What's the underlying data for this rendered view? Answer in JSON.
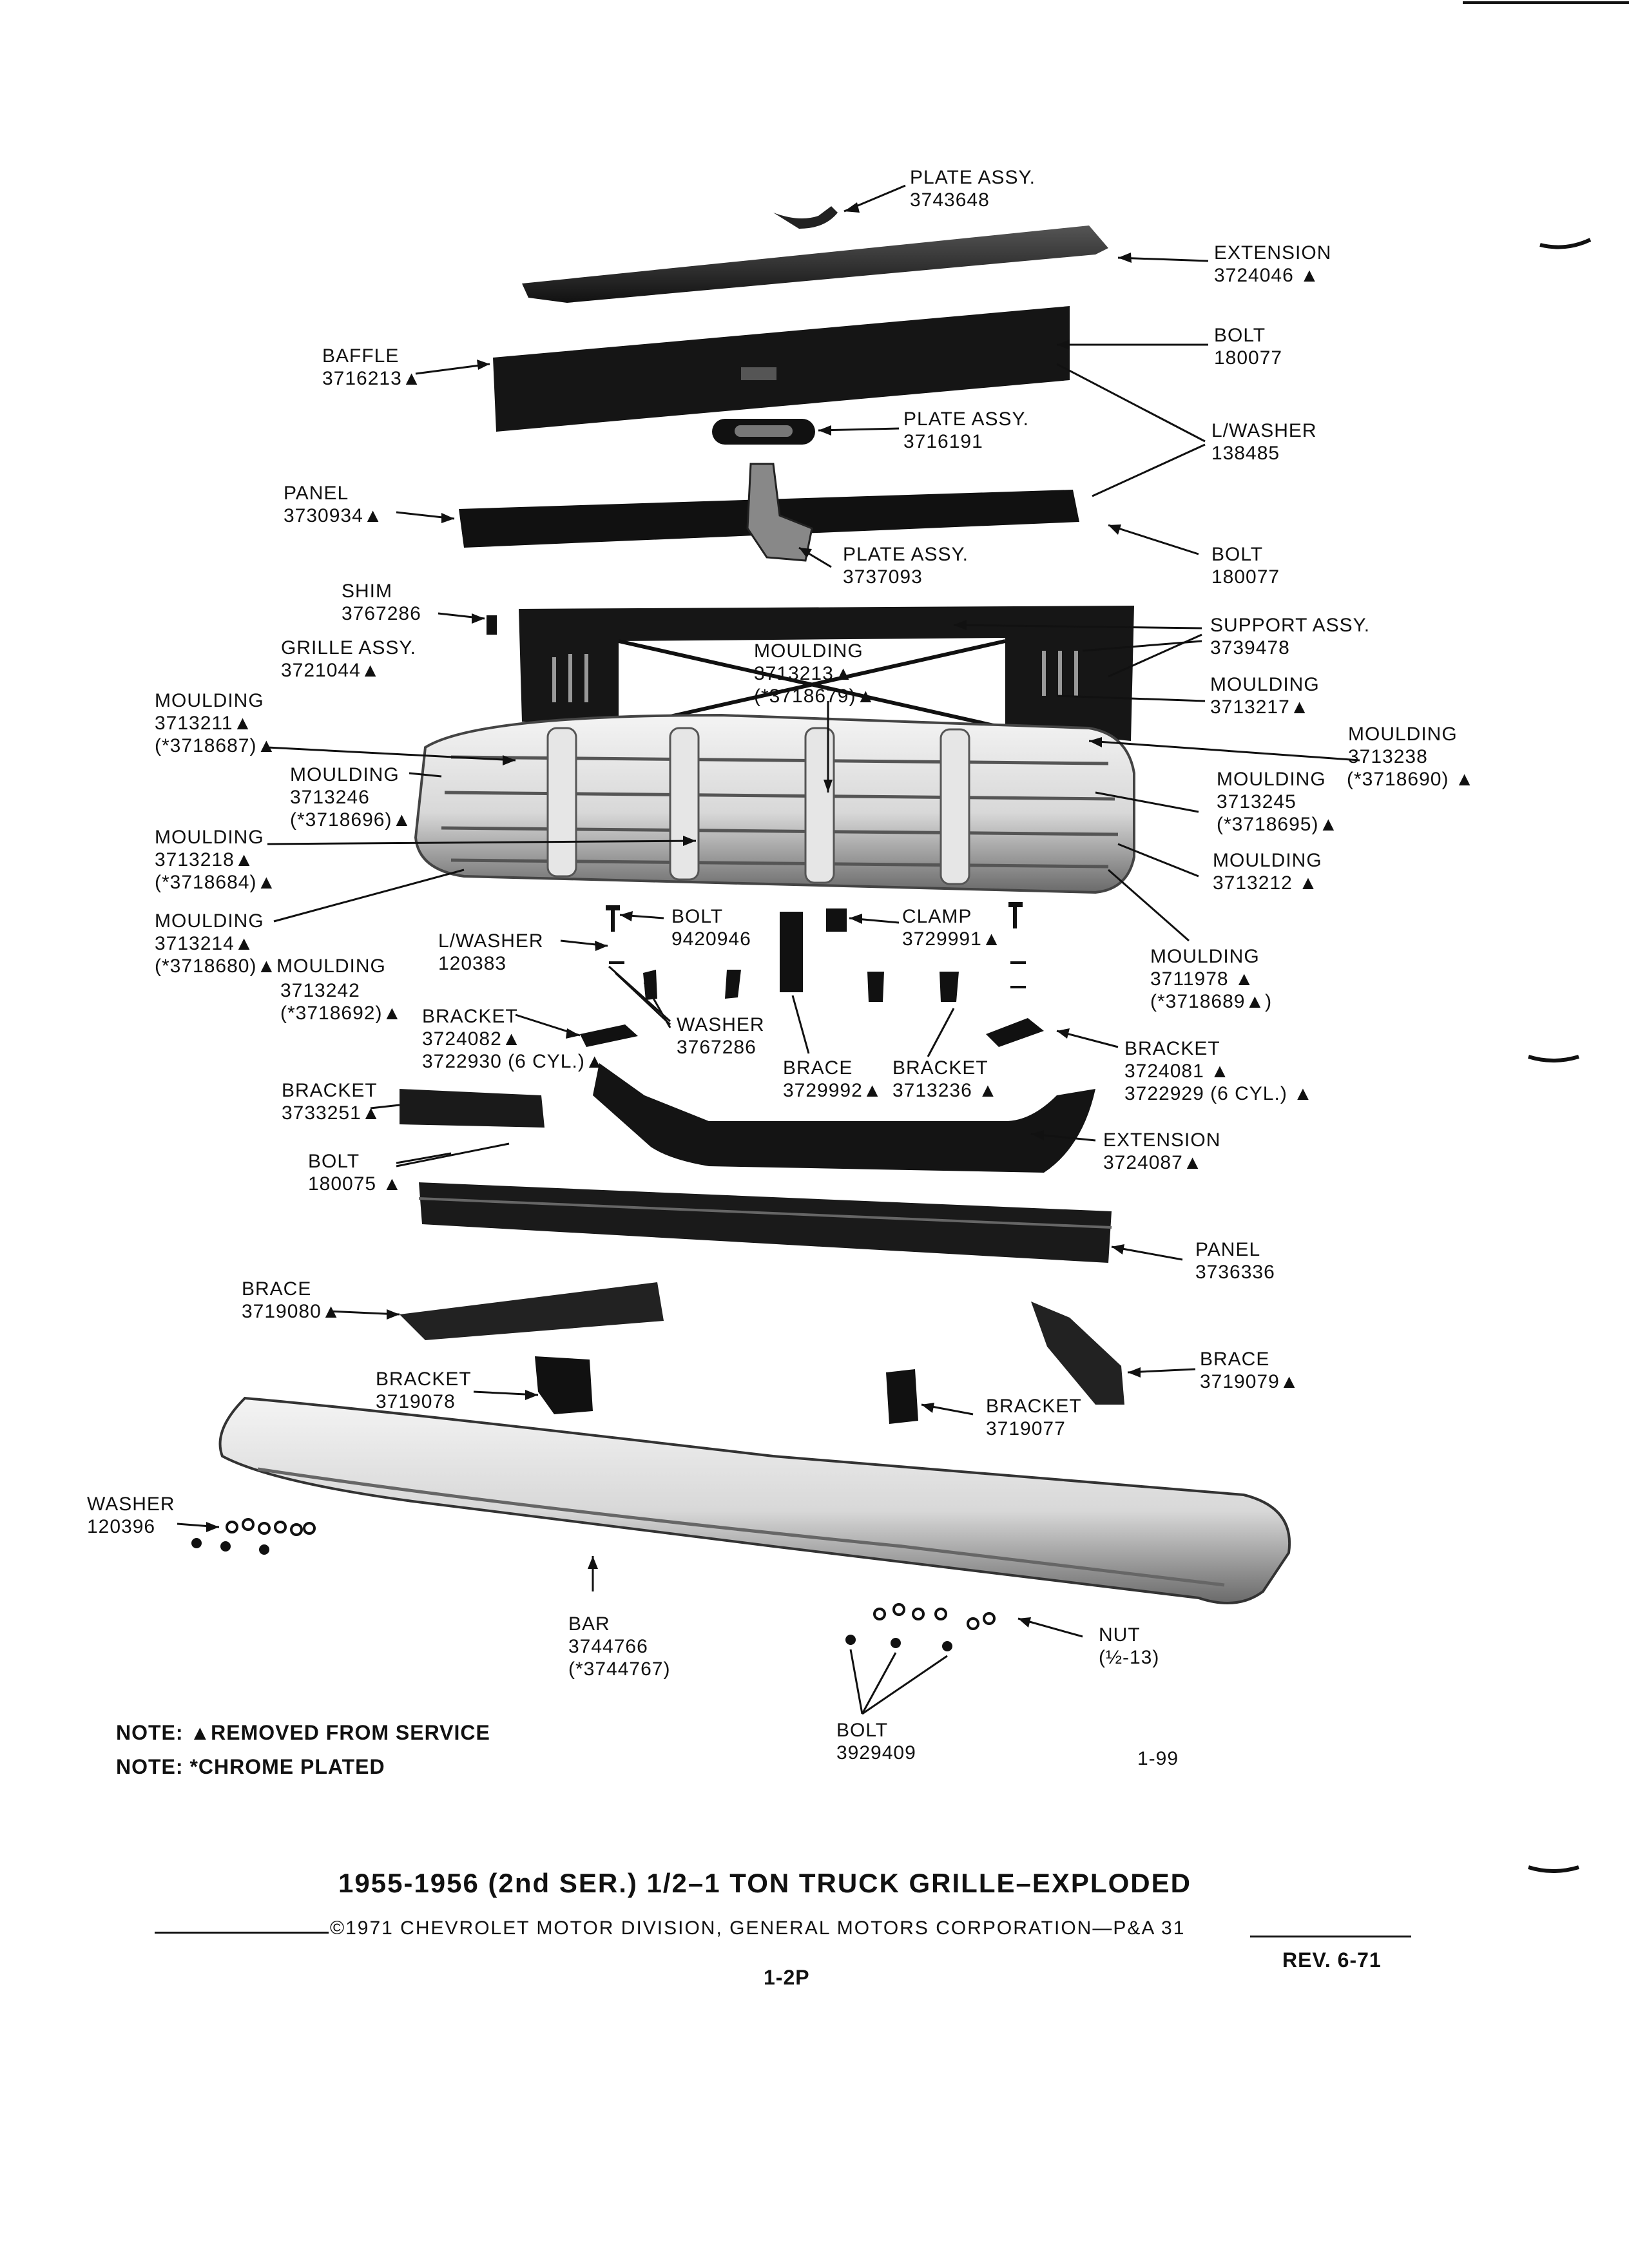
{
  "labels": {
    "plate_assy_top": {
      "name": "PLATE ASSY.",
      "part": "3743648"
    },
    "extension_top": {
      "name": "EXTENSION",
      "part": "3724046 ▲"
    },
    "bolt_top": {
      "name": "BOLT",
      "part": "180077"
    },
    "baffle": {
      "name": "BAFFLE",
      "part": "3716213▲"
    },
    "plate_assy_mid": {
      "name": "PLATE ASSY.",
      "part": "3716191"
    },
    "lwasher_top": {
      "name": "L/WASHER",
      "part": "138485"
    },
    "panel_top": {
      "name": "PANEL",
      "part": "3730934▲"
    },
    "plate_assy_low": {
      "name": "PLATE ASSY.",
      "part": "3737093"
    },
    "bolt_mid": {
      "name": "BOLT",
      "part": "180077"
    },
    "shim": {
      "name": "SHIM",
      "part": "3767286"
    },
    "support_assy": {
      "name": "SUPPORT ASSY.",
      "part": "3739478"
    },
    "grille_assy": {
      "name": "GRILLE ASSY.",
      "part": "3721044▲"
    },
    "moulding_3713213": {
      "name": "MOULDING",
      "part": "3713213▲",
      "alt": "(*3718679)▲"
    },
    "moulding_3713217": {
      "name": "MOULDING",
      "part": "3713217▲"
    },
    "moulding_3713211": {
      "name": "MOULDING",
      "part": "3713211▲",
      "alt": "(*3718687)▲"
    },
    "moulding_3713238": {
      "name": "MOULDING",
      "part": "3713238",
      "alt": "(*3718690) ▲"
    },
    "moulding_3713246": {
      "name": "MOULDING",
      "part": "3713246",
      "alt": "(*3718696)▲"
    },
    "moulding_3713245": {
      "name": "MOULDING",
      "part": "3713245",
      "alt": "(*3718695)▲"
    },
    "moulding_3713218": {
      "name": "MOULDING",
      "part": "3713218▲",
      "alt": "(*3718684)▲"
    },
    "moulding_3713212": {
      "name": "MOULDING",
      "part": "3713212 ▲"
    },
    "moulding_3713214": {
      "name": "MOULDING",
      "part": "3713214▲",
      "alt": "(*3718680)▲MOULDING"
    },
    "moulding_3713242": {
      "part": "3713242",
      "alt": "(*3718692)▲"
    },
    "lwasher_low": {
      "name": "L/WASHER",
      "part": "120383"
    },
    "bolt_9420946": {
      "name": "BOLT",
      "part": "9420946"
    },
    "clamp": {
      "name": "CLAMP",
      "part": "3729991▲"
    },
    "moulding_3711978": {
      "name": "MOULDING",
      "part": "3711978 ▲",
      "alt": "(*3718689▲)"
    },
    "bracket_3724082": {
      "name": "BRACKET",
      "part": "3724082▲",
      "alt": "3722930 (6 CYL.)▲"
    },
    "washer_3767286": {
      "name": "WASHER",
      "part": "3767286"
    },
    "brace_3729992": {
      "name": "BRACE",
      "part": "3729992▲"
    },
    "bracket_3713236": {
      "name": "BRACKET",
      "part": "3713236 ▲"
    },
    "bracket_3724081": {
      "name": "BRACKET",
      "part": "3724081 ▲",
      "alt": "3722929 (6 CYL.) ▲"
    },
    "bracket_3733251": {
      "name": "BRACKET",
      "part": "3733251▲"
    },
    "extension_3724087": {
      "name": "EXTENSION",
      "part": "3724087▲"
    },
    "bolt_180075": {
      "name": "BOLT",
      "part": "180075 ▲"
    },
    "panel_3736336": {
      "name": "PANEL",
      "part": "3736336"
    },
    "brace_3719080": {
      "name": "BRACE",
      "part": "3719080▲"
    },
    "brace_3719079": {
      "name": "BRACE",
      "part": "3719079▲"
    },
    "bracket_3719078": {
      "name": "BRACKET",
      "part": "3719078"
    },
    "bracket_3719077": {
      "name": "BRACKET",
      "part": "3719077"
    },
    "washer_120396": {
      "name": "WASHER",
      "part": "120396"
    },
    "bar": {
      "name": "BAR",
      "part": "3744766",
      "alt": "(*3744767)"
    },
    "nut": {
      "name": "NUT",
      "part": "(½-13)"
    },
    "bolt_3929409": {
      "name": "BOLT",
      "part": "3929409"
    }
  },
  "notes": {
    "removed": "NOTE: ▲REMOVED FROM SERVICE",
    "chrome": "NOTE: *CHROME PLATED",
    "fig": "1-99"
  },
  "footer": {
    "title": "1955-1956 (2nd SER.) 1/2–1 TON TRUCK GRILLE–EXPLODED",
    "copyright": "©1971 CHEVROLET MOTOR DIVISION, GENERAL MOTORS CORPORATION—P&A 31",
    "rev": "REV. 6-71",
    "page": "1-2P"
  }
}
